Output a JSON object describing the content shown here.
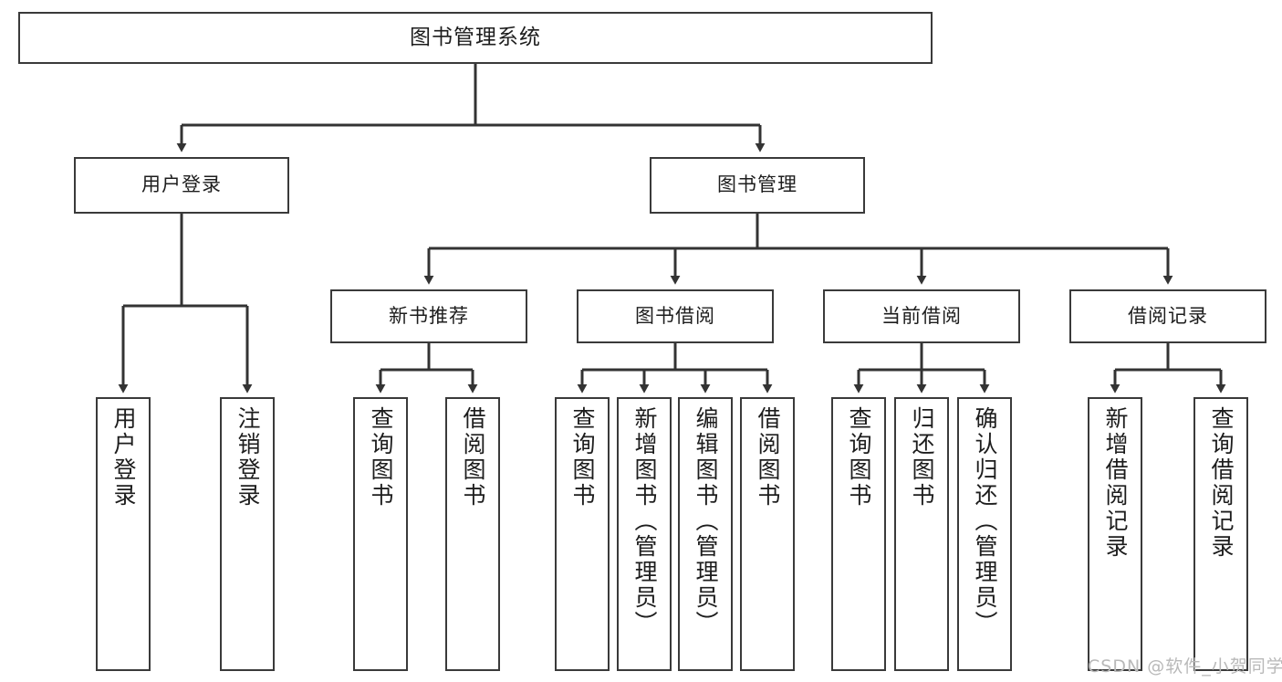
{
  "diagram": {
    "title": "图书管理系统",
    "type": "tree",
    "watermark": "CSDN @软件_小贺同学",
    "colors": {
      "border": "#3a3a3a",
      "fill": "#ffffff",
      "text": "#1d1d1d",
      "edge": "#333333",
      "watermark": "#b9b9b9"
    }
  },
  "nodes": {
    "root": {
      "label": "图书管理系统"
    },
    "level2": [
      {
        "label": "用户登录"
      },
      {
        "label": "图书管理"
      }
    ],
    "level3": [
      {
        "label": "新书推荐"
      },
      {
        "label": "图书借阅"
      },
      {
        "label": "当前借阅"
      },
      {
        "label": "借阅记录"
      }
    ],
    "leaves": {
      "user_login": [
        {
          "label": "用户登录"
        },
        {
          "label": "注销登录"
        }
      ],
      "new_book": [
        {
          "label": "查询图书"
        },
        {
          "label": "借阅图书"
        }
      ],
      "book_borrow": [
        {
          "label": "查询图书"
        },
        {
          "label": "新增图书（管理员）"
        },
        {
          "label": "编辑图书（管理员）"
        },
        {
          "label": "借阅图书"
        }
      ],
      "current_borrow": [
        {
          "label": "查询图书"
        },
        {
          "label": "归还图书"
        },
        {
          "label": "确认归还（管理员）"
        }
      ],
      "borrow_record": [
        {
          "label": "新增借阅记录"
        },
        {
          "label": "查询借阅记录"
        }
      ]
    }
  }
}
